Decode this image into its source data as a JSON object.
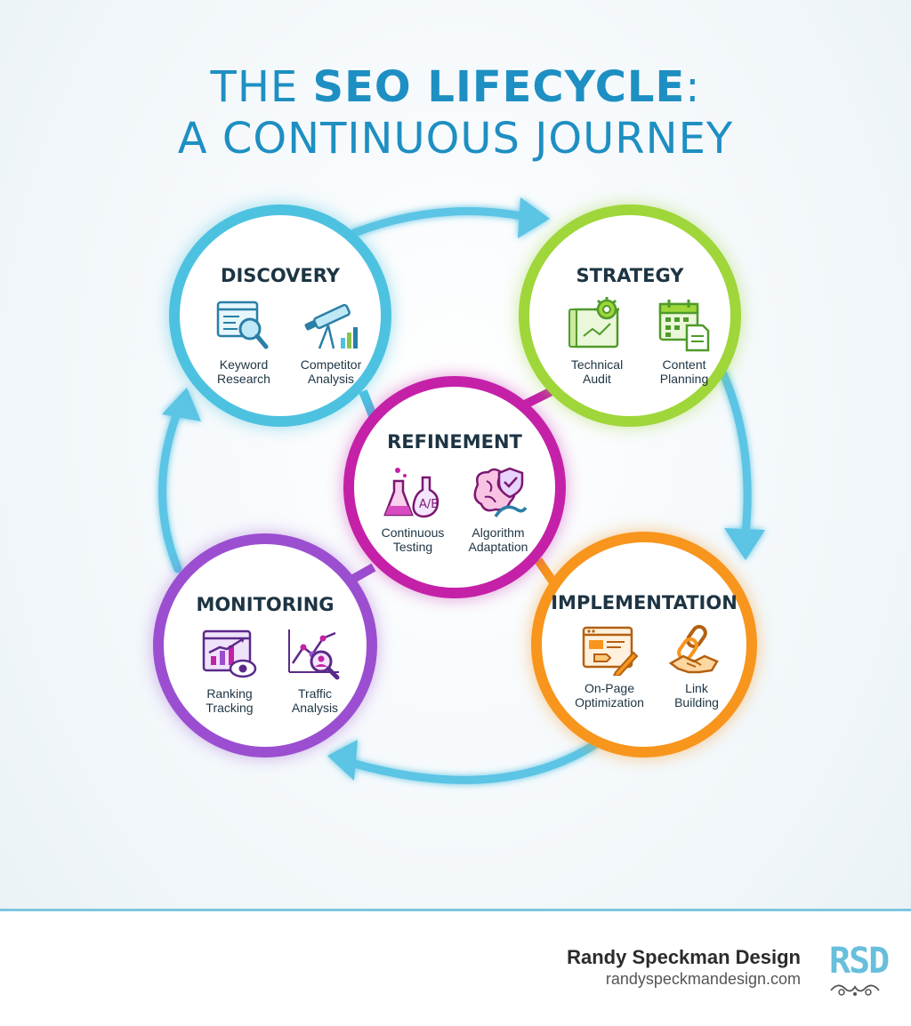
{
  "title": {
    "line1_prefix": "THE ",
    "line1_bold": "SEO LIFECYCLE",
    "line1_suffix": ":",
    "line2": "A CONTINUOUS JOURNEY"
  },
  "colors": {
    "title": "#1e8fc2",
    "arrow": "#5cc4e4",
    "discovery": "#4dc2e0",
    "strategy": "#9fd63a",
    "refinement": "#c421a8",
    "monitoring": "#9b4fd0",
    "implementation": "#f7951d"
  },
  "stages": {
    "discovery": {
      "title": "DISCOVERY",
      "items": [
        {
          "label": "Keyword\nResearch",
          "icon": "keyword-research-icon"
        },
        {
          "label": "Competitor\nAnalysis",
          "icon": "telescope-chart-icon"
        }
      ]
    },
    "strategy": {
      "title": "STRATEGY",
      "items": [
        {
          "label": "Technical\nAudit",
          "icon": "blueprint-gear-icon"
        },
        {
          "label": "Content\nPlanning",
          "icon": "calendar-document-icon"
        }
      ]
    },
    "refinement": {
      "title": "REFINEMENT",
      "items": [
        {
          "label": "Continuous\nTesting",
          "icon": "ab-flask-icon"
        },
        {
          "label": "Algorithm\nAdaptation",
          "icon": "brain-shield-icon"
        }
      ]
    },
    "monitoring": {
      "title": "MONITORING",
      "items": [
        {
          "label": "Ranking\nTracking",
          "icon": "ranking-chart-eye-icon"
        },
        {
          "label": "Traffic\nAnalysis",
          "icon": "traffic-graph-magnifier-icon"
        }
      ]
    },
    "implementation": {
      "title": "IMPLEMENTATION",
      "items": [
        {
          "label": "On-Page\nOptimization",
          "icon": "webpage-pencil-icon"
        },
        {
          "label": "Link\nBuilding",
          "icon": "chain-handshake-icon"
        }
      ]
    }
  },
  "footer": {
    "brand_name": "Randy Speckman Design",
    "brand_url": "randyspeckmandesign.com",
    "logo_text": "RSD"
  }
}
